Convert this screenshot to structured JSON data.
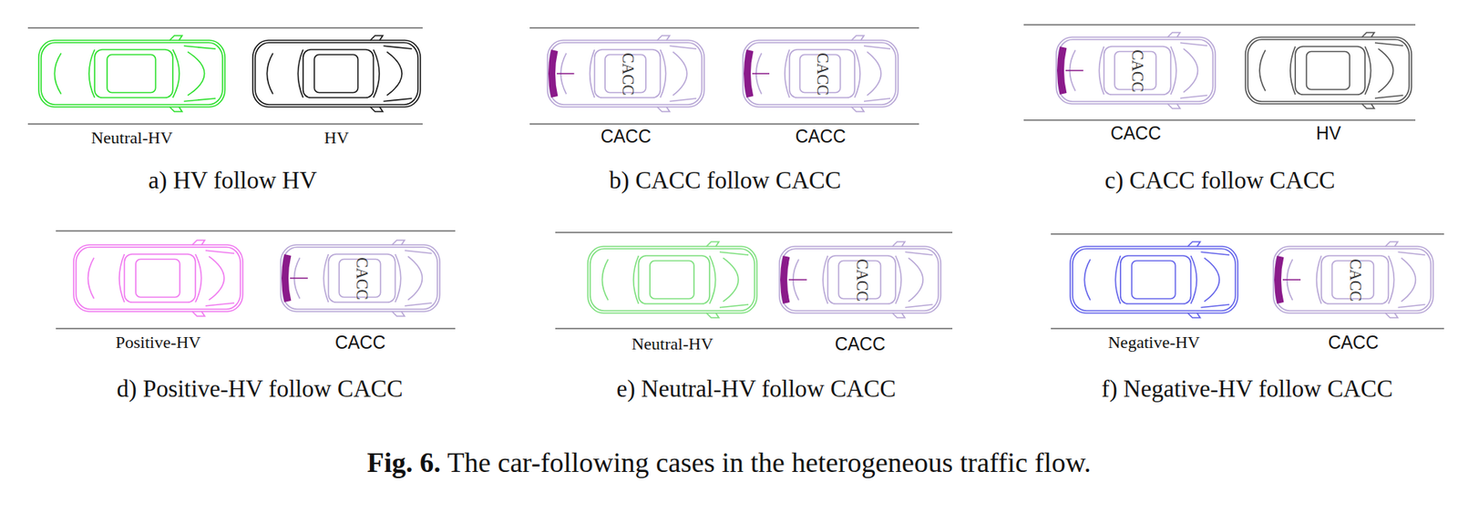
{
  "diagram": {
    "caption": "Fig. 6. The car-following cases in the heterogeneous traffic flow.",
    "labels": [
      "Neutral-HV",
      "HV",
      "a) HV follow HV",
      "CACC",
      "CACC",
      "CACC",
      "CACC",
      "b) CACC follow CACC",
      "CACC",
      "CACC",
      "HV",
      "c) CACC follow CACC",
      "Positive-HV",
      "CACC",
      "CACC",
      "d) Positive-HV follow CACC",
      "Neutral-HV",
      "CACC",
      "CACC",
      "e) Neutral-HV follow CACC",
      "Negative-HV",
      "CACC",
      "CACC",
      "f) Negative-HV follow CACC"
    ]
  }
}
